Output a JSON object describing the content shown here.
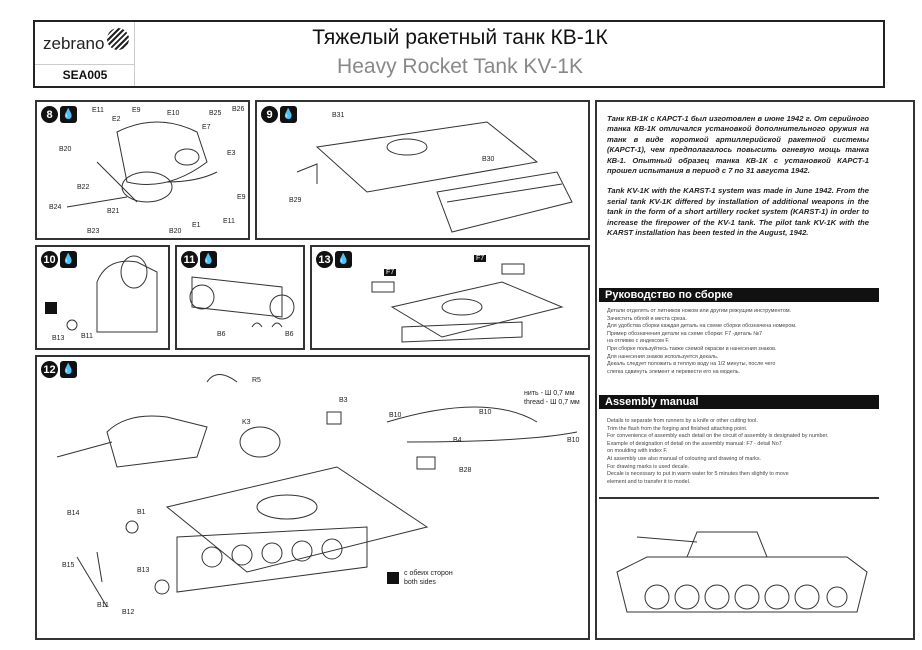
{
  "header": {
    "brand": "zebrano",
    "code": "SEA005",
    "title_ru": "Тяжелый ракетный танк КВ-1К",
    "title_en": "Heavy Rocket Tank KV-1K"
  },
  "steps": {
    "s8": {
      "num": "8",
      "labels": [
        "E11",
        "E2",
        "E9",
        "E10",
        "B25",
        "B26",
        "E7",
        "E3",
        "B20",
        "B22",
        "B21",
        "E9",
        "B24",
        "B23",
        "B20",
        "E1",
        "E11"
      ]
    },
    "s9": {
      "num": "9",
      "labels": [
        "B31",
        "B30",
        "B29"
      ]
    },
    "s10": {
      "num": "10",
      "labels": [
        "B13",
        "B11"
      ]
    },
    "s11": {
      "num": "11",
      "labels": [
        "B6",
        "B6"
      ]
    },
    "s13": {
      "num": "13",
      "labels": [
        "F7",
        "F7"
      ]
    },
    "s12": {
      "num": "12",
      "labels": [
        "R5",
        "B3",
        "K3",
        "B10",
        "B10",
        "B10",
        "B4",
        "B28",
        "B14",
        "B1",
        "B15",
        "B13",
        "B11",
        "B12"
      ],
      "thread_ru": "нить - Ш 0,7 мм",
      "thread_en": "thread - Ш 0,7 мм",
      "both_ru": "с обеих сторон",
      "both_en": "both sides"
    }
  },
  "drop_icon": "water-drop-icon",
  "description": {
    "ru": "Танк КВ-1К с КАРСТ-1 был изготовлен в июне 1942 г. От серийного танка КВ-1К отличался установкой дополнительного оружия на танк в виде короткой артиллерийской ракетной системы (КАРСТ-1), чем предполагалось повысить огневую мощь танка КВ-1. Опытный образец танка КВ-1К с установкой КАРСТ-1 прошел испытания в период с 7 по 31 августа 1942.",
    "en": "Tank KV-1K with the KARST-1 system was made in June 1942. From the serial tank KV-1K differed by installation of additional weapons in the tank in the form of a short artillery rocket system (KARST-1) in order to increase the firepower of the KV-1 tank. The pilot tank KV-1K with the KARST installation has been tested in the August, 1942."
  },
  "assembly_ru": {
    "title": "Руководство по сборке",
    "lines": [
      "Детали отделять от литников ножом или другим режущим инструментом.",
      "Зачистить облой и места среза.",
      "Для удобства сборки каждая деталь на схеме сборки обозначена номером.",
      "Пример обозначения детали на схеме сборки: F7 -деталь №7",
      "на отливке с индексом F.",
      "При сборке пользуйтесь также схемой окраски и нанесения знаков.",
      "Для нанесения знаков используется декаль.",
      "Декаль следует положить в теплую воду на 1/2 минуты, после чего",
      "слегка сдвинуть элемент и перевести его на модель."
    ]
  },
  "assembly_en": {
    "title": "Assembly manual",
    "lines": [
      "Details to separate from runners by a knife or other cutting tool.",
      "Trim the flash from the forging and finished attaching point.",
      "For convenience of assembly each detail on the circuit of assembly is designated by number.",
      "Example of designation of detail on the assembly manual: F7 - detail No7",
      "on moulding with index F.",
      "At assembly use also manual of colouring and drawing of marks.",
      "For drawing marks is used decale.",
      "Decale is necessary to put in warm water for 5 minutes then slightly to move",
      "element and to transfer it to model."
    ]
  }
}
